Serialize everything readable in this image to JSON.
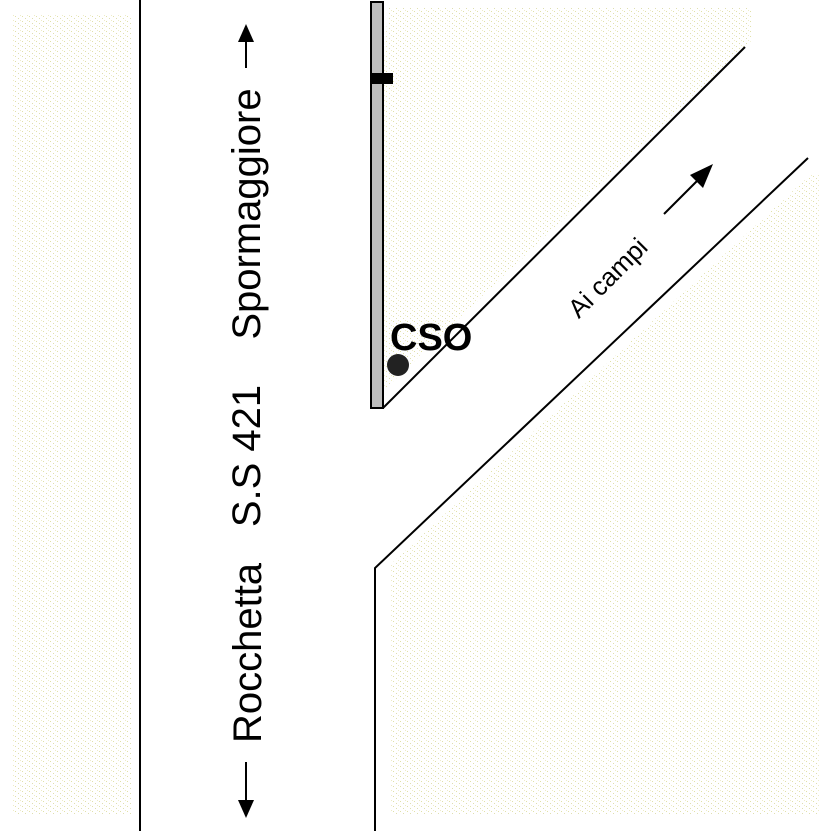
{
  "map": {
    "road_name": "S.S 421",
    "direction_north": "Spormaggiore",
    "direction_south": "Rocchetta",
    "side_road_label": "Ai campi",
    "point_label": "CSO",
    "field_texture_color": "#c8c860",
    "line_color": "#000000",
    "wall_fill_color": "#bdbdbd"
  }
}
